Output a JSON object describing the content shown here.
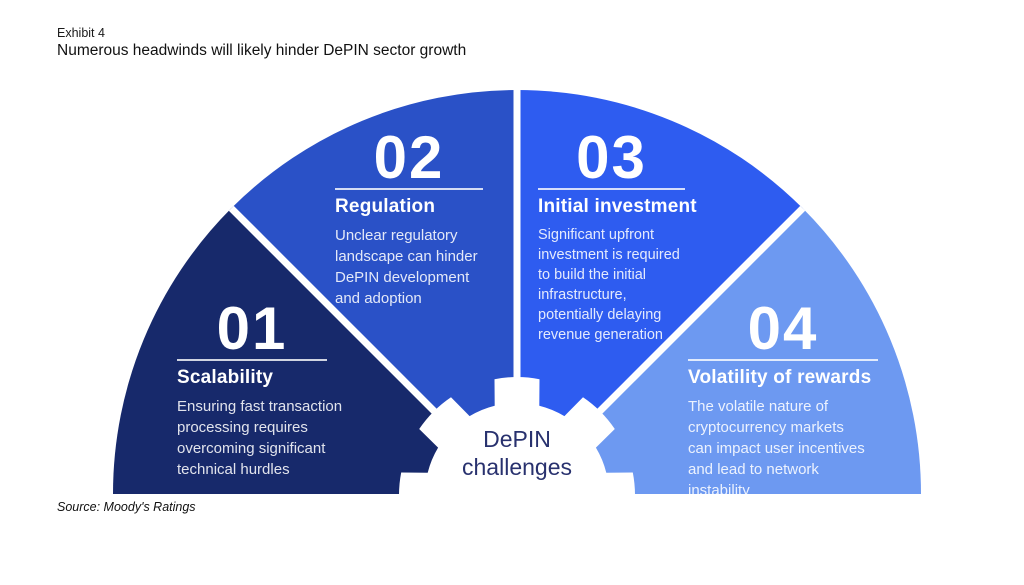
{
  "header": {
    "exhibit_label": "Exhibit 4",
    "title": "Numerous headwinds will likely hinder DePIN sector growth"
  },
  "center": {
    "label": "DePIN\nchallenges"
  },
  "segments": [
    {
      "number": "01",
      "title": "Scalability",
      "description": "Ensuring fast transaction\nprocessing requires\novercoming significant\ntechnical hurdles",
      "color": "#17296b"
    },
    {
      "number": "02",
      "title": "Regulation",
      "description": "Unclear regulatory\nlandscape can hinder\nDePIN development\nand adoption",
      "color": "#2a51c7"
    },
    {
      "number": "03",
      "title": "Initial investment",
      "description": "Significant upfront\ninvestment is required\nto build the initial\ninfrastructure,\npotentially delaying\nrevenue generation",
      "color": "#2e5cf0"
    },
    {
      "number": "04",
      "title": "Volatility of rewards",
      "description": "The volatile nature of\ncryptocurrency markets\ncan impact user incentives\nand lead to network\ninstability",
      "color": "#6d99f1"
    }
  ],
  "footer": {
    "source": "Source: Moody's Ratings"
  },
  "colors": {
    "center_text": "#28316e",
    "divider": "#ffffff",
    "gear_fill": "#ffffff"
  }
}
